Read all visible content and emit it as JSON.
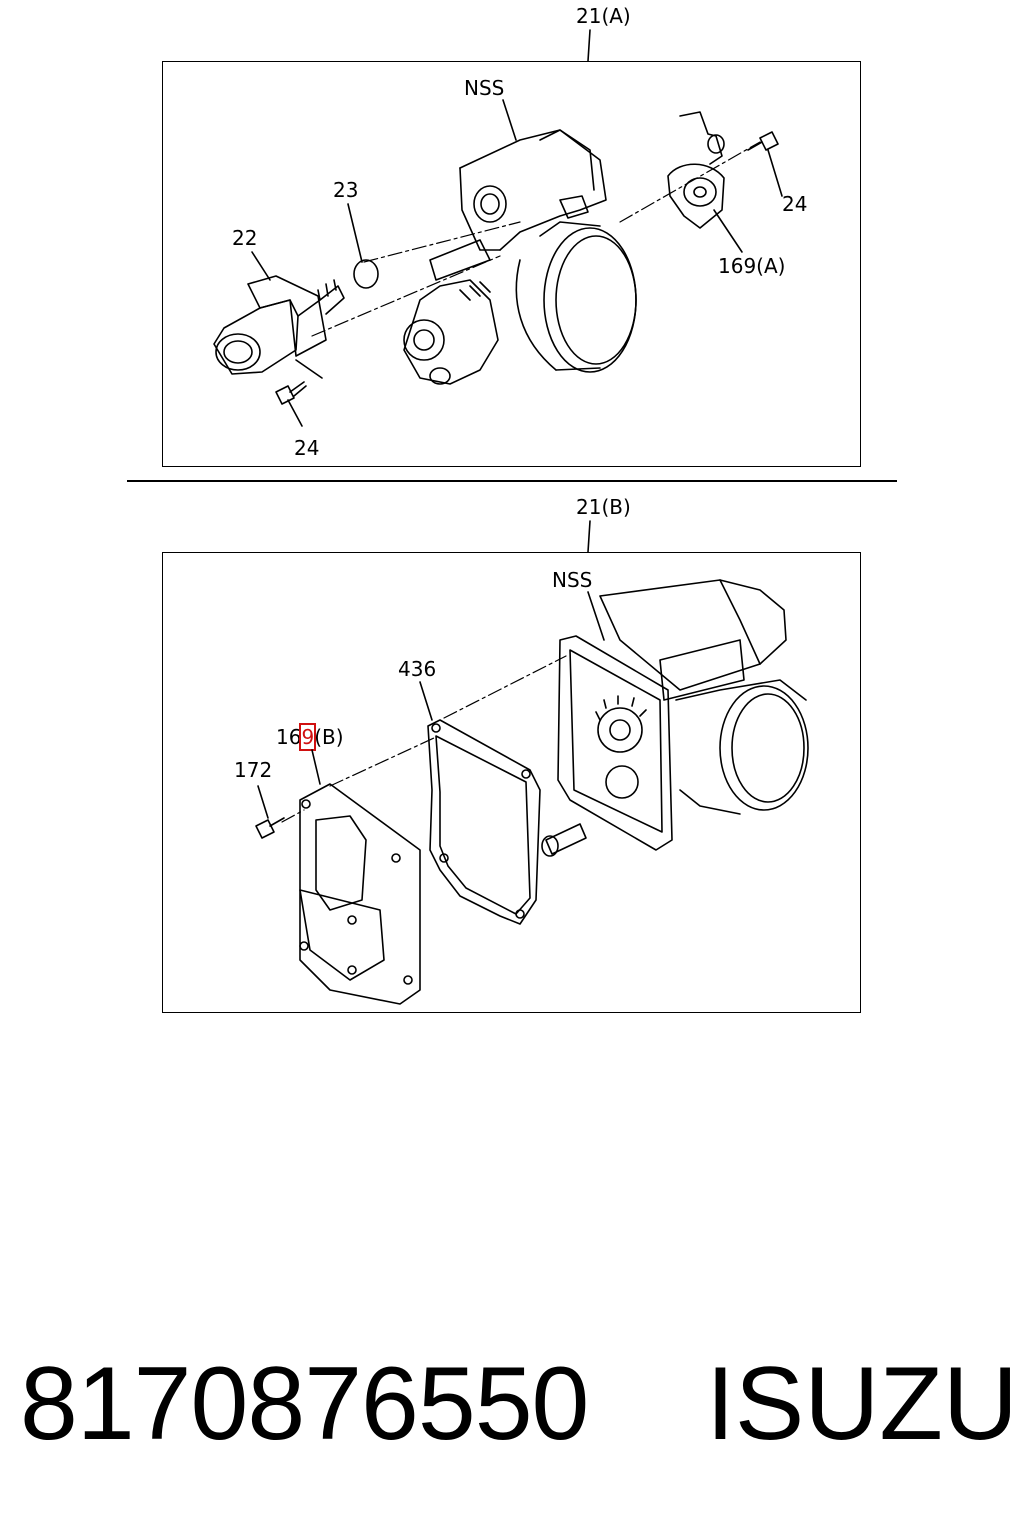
{
  "assembly_a": {
    "label": "21(A)",
    "parts": {
      "throttle_body": "NSS",
      "oring": "23",
      "idle_valve": "22",
      "screw_top": "24",
      "screw_bottom": "24",
      "sensor": "169(A)"
    }
  },
  "assembly_b": {
    "label": "21(B)",
    "parts": {
      "throttle_body": "NSS",
      "gasket": "436",
      "sensor_prefix": "16",
      "sensor_highlight": "9",
      "sensor_suffix": "(B)",
      "screw": "172"
    }
  },
  "footer": {
    "part_number": "8170876550",
    "brand": "ISUZU"
  },
  "colors": {
    "line": "#000000",
    "highlight": "#d01010"
  }
}
